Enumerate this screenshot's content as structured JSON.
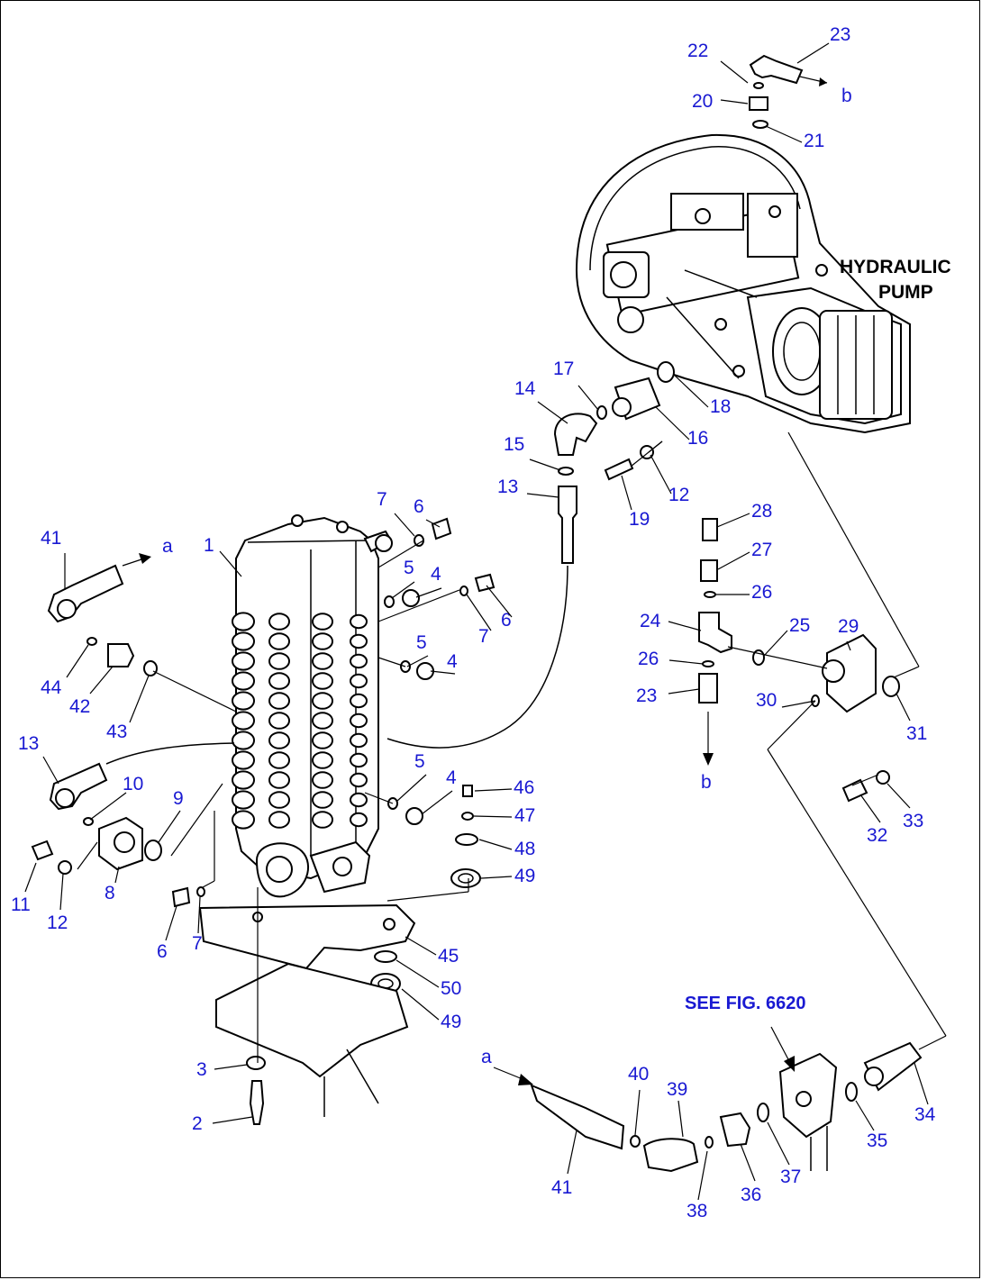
{
  "labels": {
    "hydraulic_pump_line1": "HYDRAULIC",
    "hydraulic_pump_line2": "PUMP",
    "see_fig": "SEE FIG. 6620",
    "arrow_a": "a",
    "arrow_b": "b"
  },
  "callouts": [
    {
      "id": "c22",
      "text": "22"
    },
    {
      "id": "c23a",
      "text": "23"
    },
    {
      "id": "c20",
      "text": "20"
    },
    {
      "id": "c21",
      "text": "21"
    },
    {
      "id": "c17",
      "text": "17"
    },
    {
      "id": "c14",
      "text": "14"
    },
    {
      "id": "c18",
      "text": "18"
    },
    {
      "id": "c16",
      "text": "16"
    },
    {
      "id": "c15",
      "text": "15"
    },
    {
      "id": "c13a",
      "text": "13"
    },
    {
      "id": "c12a",
      "text": "12"
    },
    {
      "id": "c19",
      "text": "19"
    },
    {
      "id": "c28",
      "text": "28"
    },
    {
      "id": "c27",
      "text": "27"
    },
    {
      "id": "c26a",
      "text": "26"
    },
    {
      "id": "c24",
      "text": "24"
    },
    {
      "id": "c25",
      "text": "25"
    },
    {
      "id": "c29",
      "text": "29"
    },
    {
      "id": "c26b",
      "text": "26"
    },
    {
      "id": "c23b",
      "text": "23"
    },
    {
      "id": "c30",
      "text": "30"
    },
    {
      "id": "c31",
      "text": "31"
    },
    {
      "id": "c32",
      "text": "32"
    },
    {
      "id": "c33",
      "text": "33"
    },
    {
      "id": "c6a",
      "text": "6"
    },
    {
      "id": "c7a",
      "text": "7"
    },
    {
      "id": "c41a",
      "text": "41"
    },
    {
      "id": "c1",
      "text": "1"
    },
    {
      "id": "c5a",
      "text": "5"
    },
    {
      "id": "c4a",
      "text": "4"
    },
    {
      "id": "c7b",
      "text": "7"
    },
    {
      "id": "c6b",
      "text": "6"
    },
    {
      "id": "c5b",
      "text": "5"
    },
    {
      "id": "c4b",
      "text": "4"
    },
    {
      "id": "c44",
      "text": "44"
    },
    {
      "id": "c42",
      "text": "42"
    },
    {
      "id": "c43",
      "text": "43"
    },
    {
      "id": "c13b",
      "text": "13"
    },
    {
      "id": "c10",
      "text": "10"
    },
    {
      "id": "c9",
      "text": "9"
    },
    {
      "id": "c5c",
      "text": "5"
    },
    {
      "id": "c4c",
      "text": "4"
    },
    {
      "id": "c46",
      "text": "46"
    },
    {
      "id": "c47",
      "text": "47"
    },
    {
      "id": "c48",
      "text": "48"
    },
    {
      "id": "c49a",
      "text": "49"
    },
    {
      "id": "c11",
      "text": "11"
    },
    {
      "id": "c12b",
      "text": "12"
    },
    {
      "id": "c8",
      "text": "8"
    },
    {
      "id": "c6c",
      "text": "6"
    },
    {
      "id": "c7c",
      "text": "7"
    },
    {
      "id": "c45",
      "text": "45"
    },
    {
      "id": "c50",
      "text": "50"
    },
    {
      "id": "c49b",
      "text": "49"
    },
    {
      "id": "c3",
      "text": "3"
    },
    {
      "id": "c2",
      "text": "2"
    },
    {
      "id": "c40",
      "text": "40"
    },
    {
      "id": "c39",
      "text": "39"
    },
    {
      "id": "c34",
      "text": "34"
    },
    {
      "id": "c35",
      "text": "35"
    },
    {
      "id": "c41b",
      "text": "41"
    },
    {
      "id": "c38",
      "text": "38"
    },
    {
      "id": "c36",
      "text": "36"
    },
    {
      "id": "c37",
      "text": "37"
    }
  ],
  "colors": {
    "callout": "#1919d2",
    "line": "#000000",
    "background": "#ffffff"
  }
}
